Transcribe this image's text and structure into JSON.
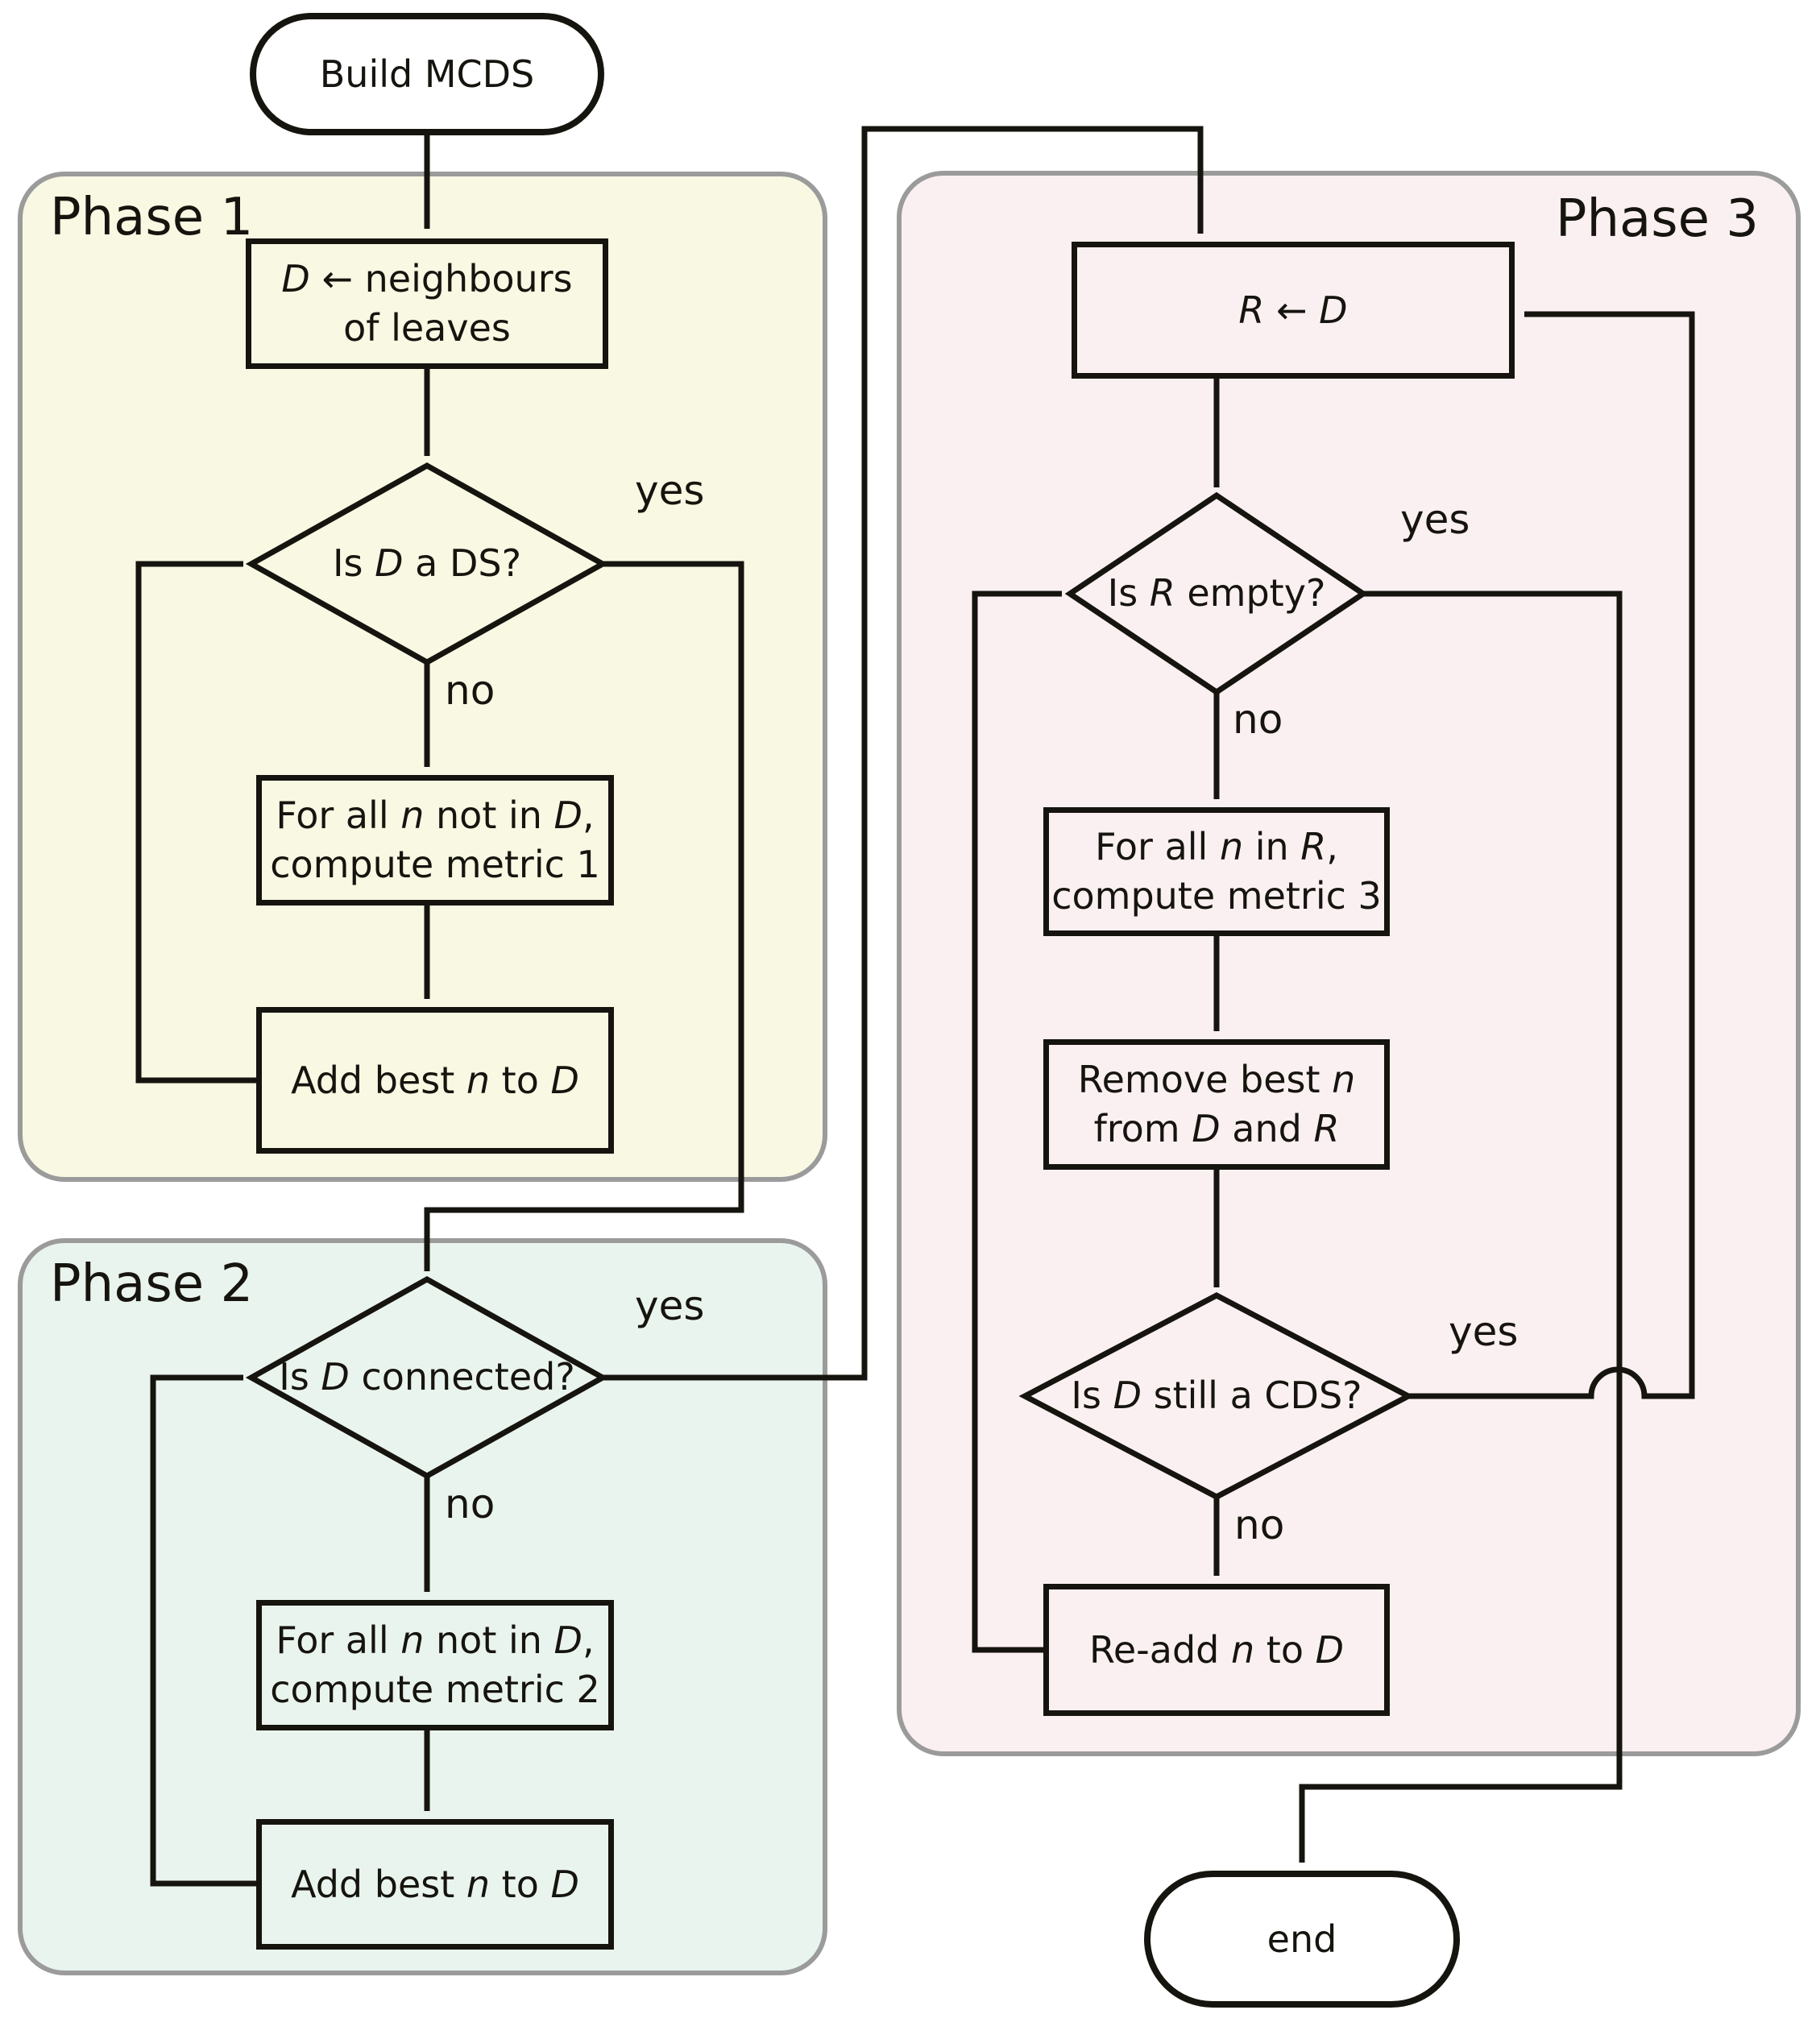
{
  "diagram": {
    "phases": {
      "phase1": {
        "label": "Phase 1"
      },
      "phase2": {
        "label": "Phase 2"
      },
      "phase3": {
        "label": "Phase 3"
      }
    },
    "nodes": {
      "start": {
        "shape": "terminal",
        "lines": [
          [
            {
              "t": "Build MCDS"
            }
          ]
        ]
      },
      "p1_init": {
        "shape": "process",
        "lines": [
          [
            {
              "t": "D",
              "i": true
            },
            {
              "t": " ← neighbours"
            }
          ],
          [
            {
              "t": "of leaves"
            }
          ]
        ]
      },
      "p1_test": {
        "shape": "decision",
        "lines": [
          [
            {
              "t": "Is "
            },
            {
              "t": "D",
              "i": true
            },
            {
              "t": " a DS?"
            }
          ]
        ]
      },
      "p1_metric": {
        "shape": "process",
        "lines": [
          [
            {
              "t": "For all "
            },
            {
              "t": "n",
              "i": true
            },
            {
              "t": " not in "
            },
            {
              "t": "D",
              "i": true
            },
            {
              "t": ","
            }
          ],
          [
            {
              "t": "compute metric 1"
            }
          ]
        ]
      },
      "p1_add": {
        "shape": "process",
        "lines": [
          [
            {
              "t": "Add best "
            },
            {
              "t": "n",
              "i": true
            },
            {
              "t": " to "
            },
            {
              "t": "D",
              "i": true
            }
          ]
        ]
      },
      "p2_test": {
        "shape": "decision",
        "lines": [
          [
            {
              "t": "Is "
            },
            {
              "t": "D",
              "i": true
            },
            {
              "t": " connected?"
            }
          ]
        ]
      },
      "p2_metric": {
        "shape": "process",
        "lines": [
          [
            {
              "t": "For all "
            },
            {
              "t": "n",
              "i": true
            },
            {
              "t": " not in "
            },
            {
              "t": "D",
              "i": true
            },
            {
              "t": ","
            }
          ],
          [
            {
              "t": "compute metric 2"
            }
          ]
        ]
      },
      "p2_add": {
        "shape": "process",
        "lines": [
          [
            {
              "t": "Add best "
            },
            {
              "t": "n",
              "i": true
            },
            {
              "t": " to "
            },
            {
              "t": "D",
              "i": true
            }
          ]
        ]
      },
      "p3_assign": {
        "shape": "process",
        "lines": [
          [
            {
              "t": "R",
              "i": true
            },
            {
              "t": " ← "
            },
            {
              "t": "D",
              "i": true
            }
          ]
        ]
      },
      "p3_empty": {
        "shape": "decision",
        "lines": [
          [
            {
              "t": "Is "
            },
            {
              "t": "R",
              "i": true
            },
            {
              "t": " empty?"
            }
          ]
        ]
      },
      "p3_metric": {
        "shape": "process",
        "lines": [
          [
            {
              "t": "For all "
            },
            {
              "t": "n",
              "i": true
            },
            {
              "t": " in "
            },
            {
              "t": "R",
              "i": true
            },
            {
              "t": ","
            }
          ],
          [
            {
              "t": "compute metric 3"
            }
          ]
        ]
      },
      "p3_remove": {
        "shape": "process",
        "lines": [
          [
            {
              "t": "Remove best "
            },
            {
              "t": "n",
              "i": true
            }
          ],
          [
            {
              "t": "from "
            },
            {
              "t": "D",
              "i": true
            },
            {
              "t": " and "
            },
            {
              "t": "R",
              "i": true
            }
          ]
        ]
      },
      "p3_cds": {
        "shape": "decision",
        "lines": [
          [
            {
              "t": "Is "
            },
            {
              "t": "D",
              "i": true
            },
            {
              "t": " still a CDS?"
            }
          ]
        ]
      },
      "p3_readd": {
        "shape": "process",
        "lines": [
          [
            {
              "t": "Re-add "
            },
            {
              "t": "n",
              "i": true
            },
            {
              "t": " to "
            },
            {
              "t": "D",
              "i": true
            }
          ]
        ]
      },
      "end": {
        "shape": "terminal",
        "lines": [
          [
            {
              "t": "end"
            }
          ]
        ]
      }
    },
    "edge_labels": {
      "p1_yes": "yes",
      "p1_no": "no",
      "p2_yes": "yes",
      "p2_no": "no",
      "p3_empty_yes": "yes",
      "p3_empty_no": "no",
      "p3_cds_yes": "yes",
      "p3_cds_no": "no"
    },
    "colors": {
      "phase1": "#f8f8e3",
      "phase2": "#eaf4ee",
      "phase3": "#fbf0f1",
      "phaseborder": "#9b9b9b",
      "line": "#16140e",
      "terminal": "#ffffff",
      "text": "#16140e"
    }
  }
}
